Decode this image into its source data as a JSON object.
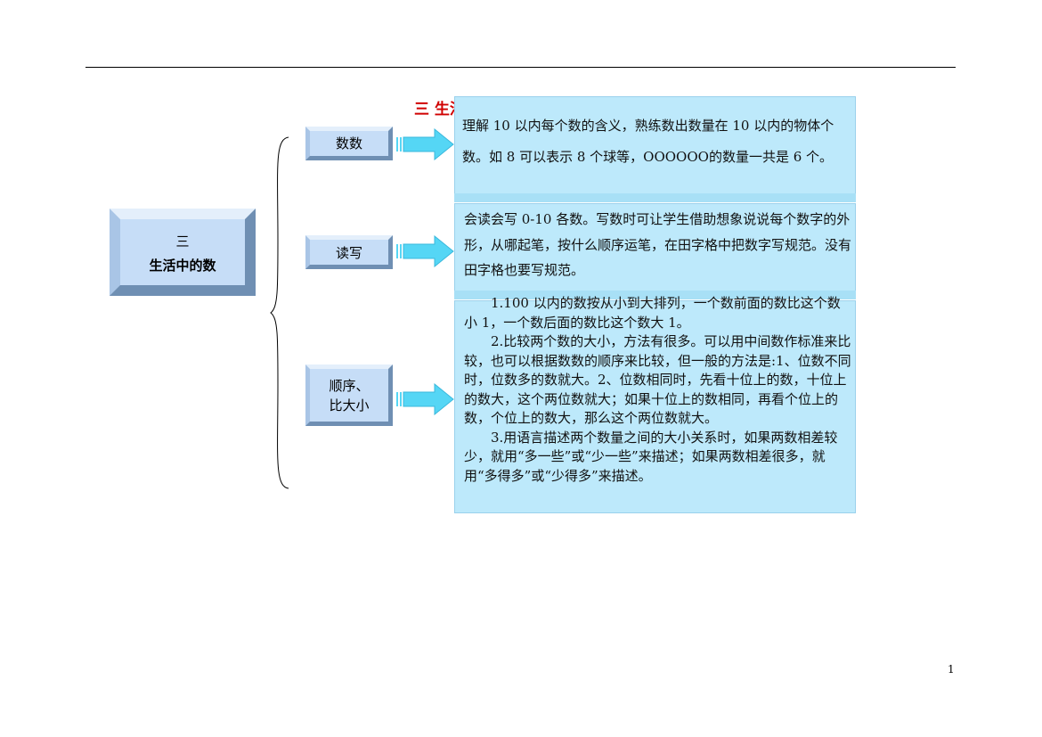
{
  "page": {
    "title": "三 生活中的数教材知识清单",
    "page_number": "1"
  },
  "root": {
    "line1": "三",
    "line2": "生活中的数"
  },
  "branches": [
    {
      "label": "数数",
      "content": [
        "理解 10 以内每个数的含义，熟练数出数量在 10 以内的物体个数。如  8 可以表示 8 个球等，OOOOOO的数量一共是 6 个。"
      ]
    },
    {
      "label": "读写",
      "content": [
        "会读会写 0-10 各数。写数时可让学生借助想象说说每个数字的外形，从哪起笔，按什么顺序运笔，在田字格中把数字写规范。没有田字格也要写规范。"
      ]
    },
    {
      "label_line1": "顺序、",
      "label_line2": "比大小",
      "content": [
        "1.100 以内的数按从小到大排列，一个数前面的数比这个数小 1，一个数后面的数比这个数大 1。",
        "2.比较两个数的大小，方法有很多。可以用中间数作标准来比较，也可以根据数数的顺序来比较，但一般的方法是:1、位数不同时，位数多的数就大。2、位数相同时，先看十位上的数，十位上的数大，这个两位数就大；如果十位上的数相同，再看个位上的数，个位上的数大，那么这个两位数就大。",
        "3.用语言描述两个数量之间的大小关系时，如果两数相差较少，就用“多一些”或“少一些”来描述；如果两数相差很多，就用“多得多”或“少得多”来描述。"
      ]
    }
  ],
  "colors": {
    "title": "#d00000",
    "box": "#c6ddf7",
    "panel": "#bde9fb",
    "arrow": "#55d6f5"
  }
}
